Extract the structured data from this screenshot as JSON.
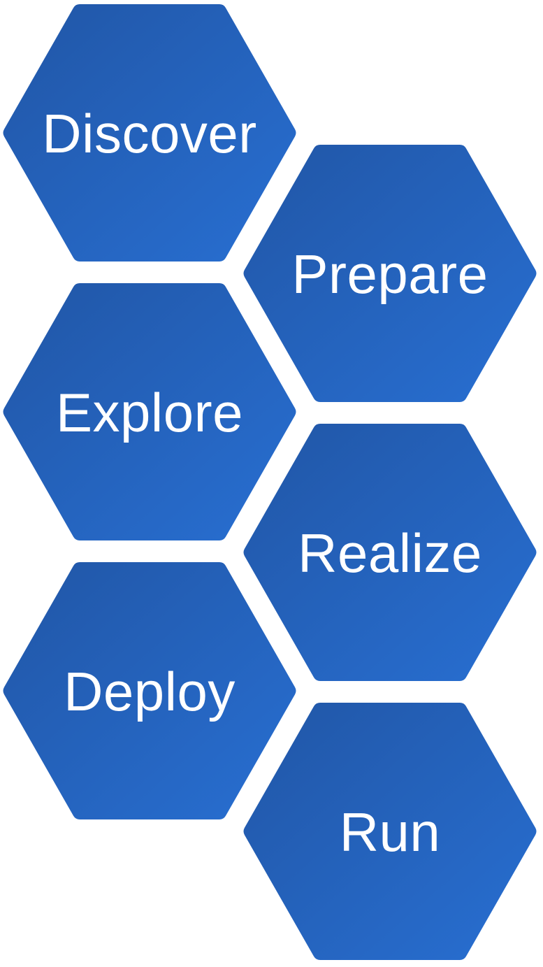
{
  "diagram": {
    "type": "hexagon-process-flow",
    "colors": {
      "gradient_start": "#2156a6",
      "gradient_end": "#286fd2",
      "text": "#ffffff",
      "background": "#ffffff"
    },
    "steps": [
      {
        "label": "Discover",
        "column": "left",
        "order": 1
      },
      {
        "label": "Prepare",
        "column": "right",
        "order": 2
      },
      {
        "label": "Explore",
        "column": "left",
        "order": 3
      },
      {
        "label": "Realize",
        "column": "right",
        "order": 4
      },
      {
        "label": "Deploy",
        "column": "left",
        "order": 5
      },
      {
        "label": "Run",
        "column": "right",
        "order": 6
      }
    ]
  }
}
